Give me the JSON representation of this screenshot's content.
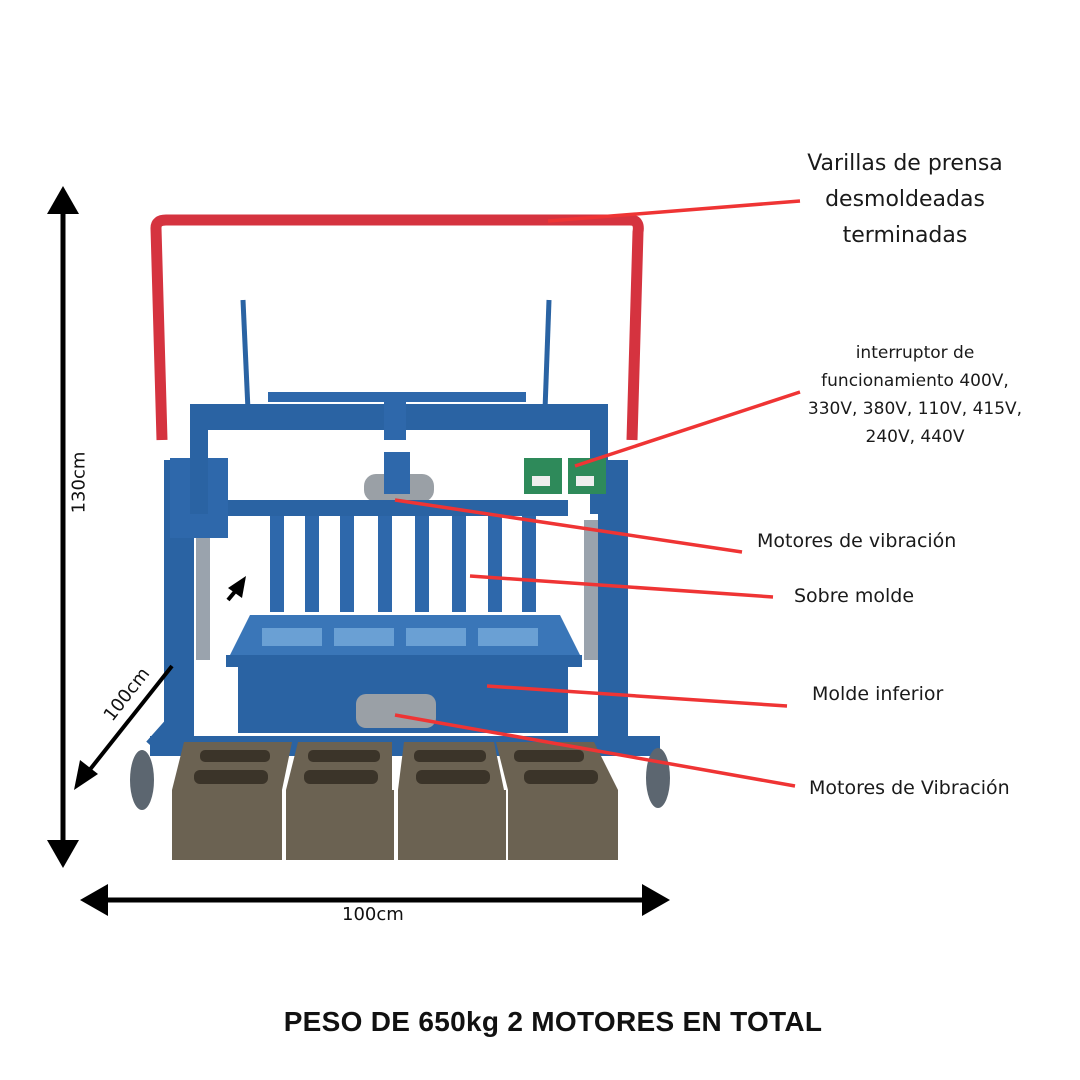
{
  "callouts": {
    "press_rods": [
      "Varillas de prensa",
      "desmoldeadas",
      "terminadas"
    ],
    "switch": [
      "interruptor de",
      "funcionamiento 400V,",
      "330V, 380V, 110V, 415V,",
      "240V, 440V"
    ],
    "vibration_motors_top": "Motores de vibración",
    "upper_mold": "Sobre molde",
    "lower_mold": "Molde inferior",
    "vibration_motors_bottom": "Motores de Vibración"
  },
  "dimensions": {
    "height": "130cm",
    "depth": "100cm",
    "width": "100cm"
  },
  "footer": {
    "title": "PESO DE 650kg 2 MOTORES EN TOTAL"
  },
  "colors": {
    "frame_blue": "#2a63a3",
    "handle_red": "#d5333f",
    "callout_red": "#ef3434",
    "block": "#6b6252"
  }
}
